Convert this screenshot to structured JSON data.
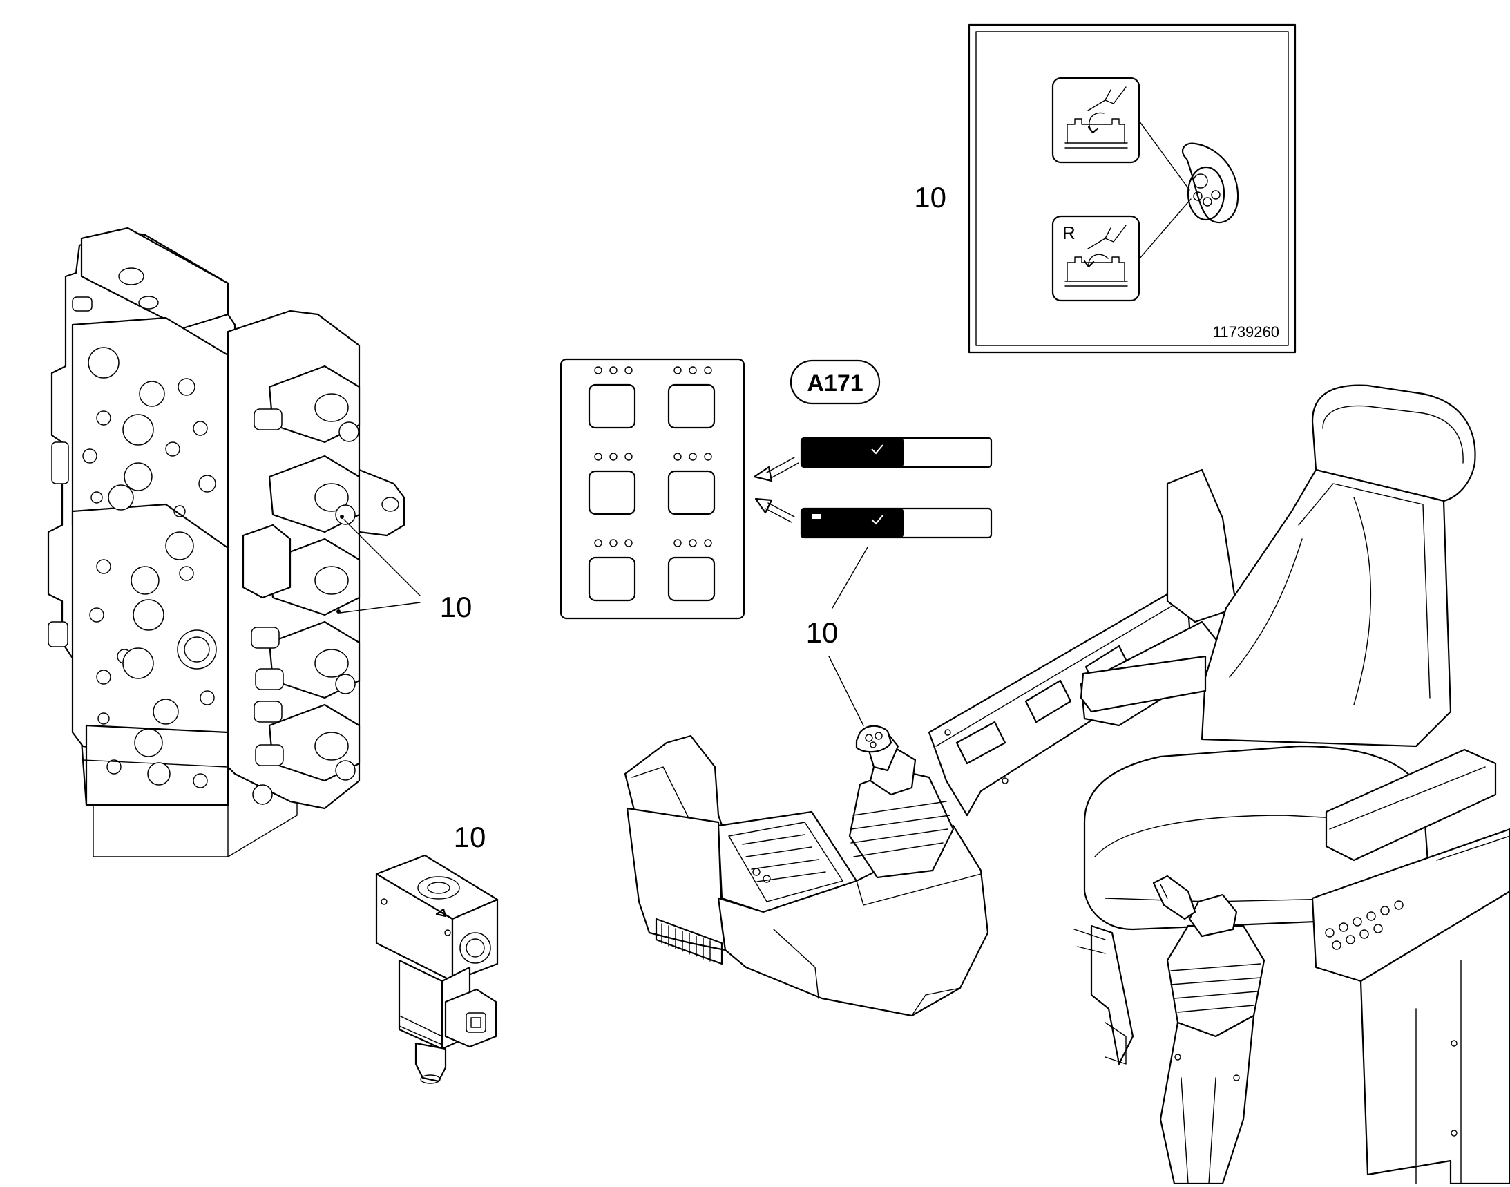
{
  "diagram": {
    "callouts": {
      "decal_inset": "10",
      "control_valve": "10",
      "solenoid_valve": "10",
      "switch_label": "10"
    },
    "inset_part_number": "11739260",
    "connector_label": "A171",
    "inset_letter_r": "R"
  }
}
